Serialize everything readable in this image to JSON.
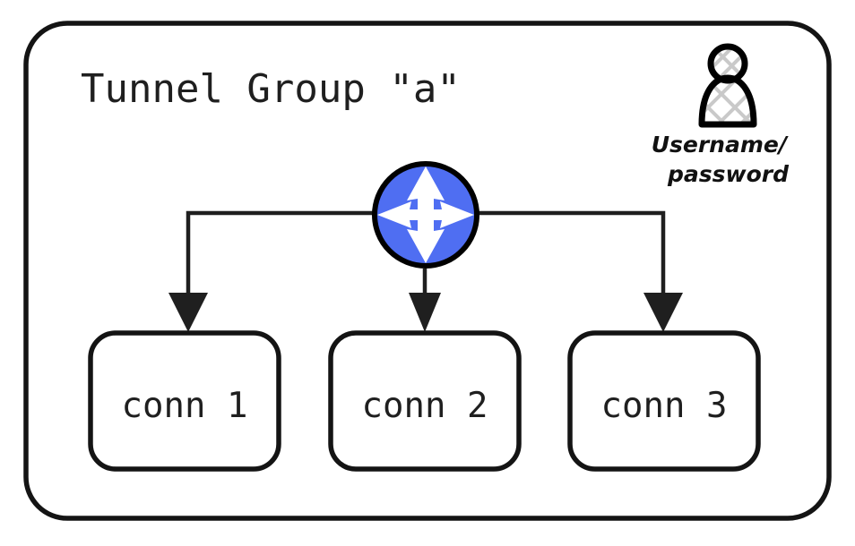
{
  "diagram": {
    "type": "network-topology",
    "title": "Tunnel Group \"a\"",
    "group": {
      "label": "Tunnel Group \"a\"",
      "shape": "rounded-rectangle"
    },
    "router": {
      "icon": "router-icon",
      "color": "#4f6ef2",
      "arrow_color": "#ffffff",
      "border_color": "#000000"
    },
    "credential": {
      "icon": "user-icon",
      "line1": "Username/",
      "line2": "password"
    },
    "connections": [
      {
        "label": "conn 1"
      },
      {
        "label": "conn 2"
      },
      {
        "label": "conn 3"
      }
    ],
    "colors": {
      "background": "#ffffff",
      "stroke": "#141414",
      "text": "#1f1f1f",
      "router_blue": "#4f6ef2",
      "hatch_gray": "#c9c9c9"
    }
  }
}
